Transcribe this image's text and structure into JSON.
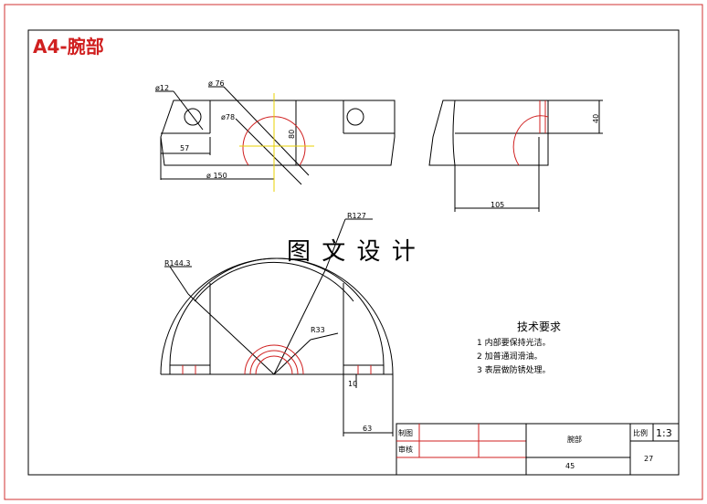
{
  "sheet_label": "A4-腕部",
  "watermark": "图 文 设 计",
  "dimensions": {
    "d12": "ø12",
    "d76": "ø 76",
    "d78": "ø78",
    "d150": "ø 150",
    "w57": "57",
    "h80": "80",
    "h40": "40",
    "w105": "105",
    "r127": "R127",
    "r144": "R144.3",
    "r33": "R33",
    "h10": "10",
    "w63": "63"
  },
  "tech_requirements": {
    "title": "技术要求",
    "items": [
      "1  内部要保持光洁。",
      "2  加普通润滑油。",
      "3  表层做防锈处理。"
    ]
  },
  "title_block": {
    "drawn_label": "制图",
    "check_label": "审核",
    "part_name": "腕部",
    "scale_label": "比例",
    "scale_value": "1:3",
    "code_left": "45",
    "code_right": "27"
  }
}
